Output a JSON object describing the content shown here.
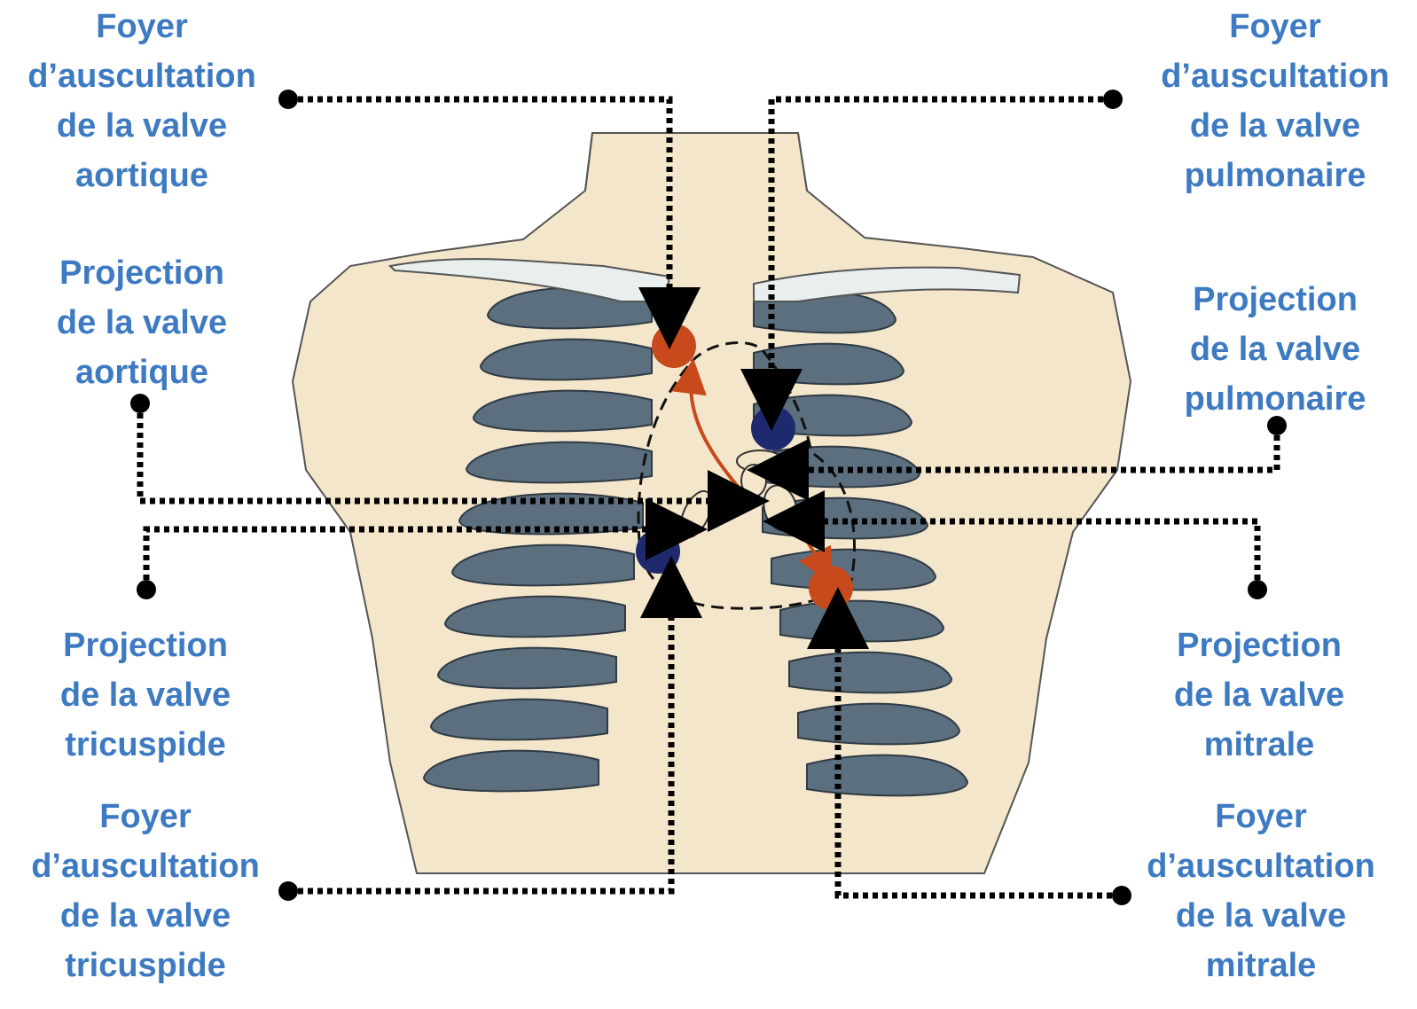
{
  "colors": {
    "label": "#3d7ac2",
    "skin": "#f4e6cb",
    "outline": "#555555",
    "rib": "#5c6f7e",
    "clavicle": "#e9eeee",
    "aortic_mitral_focus": "#c8491c",
    "pulmonary_tricuspid_focus": "#1f2a6e",
    "leader": "#000000",
    "arrow_red": "#c8491c"
  },
  "labels": {
    "aortic_foyer": [
      "Foyer",
      "d’auscultation",
      "de la valve",
      "aortique"
    ],
    "pulmonary_foyer": [
      "Foyer",
      "d’auscultation",
      "de la valve",
      "pulmonaire"
    ],
    "aortic_projection": [
      "Projection",
      "de la valve",
      "aortique"
    ],
    "pulmonary_projection": [
      "Projection",
      "de la valve",
      "pulmonaire"
    ],
    "tricuspid_projection": [
      "Projection",
      "de la valve",
      "tricuspide"
    ],
    "mitral_projection": [
      "Projection",
      "de la valve",
      "mitrale"
    ],
    "tricuspid_foyer": [
      "Foyer",
      "d’auscultation",
      "de la valve",
      "tricuspide"
    ],
    "mitral_foyer": [
      "Foyer",
      "d’auscultation",
      "de la valve",
      "mitrale"
    ]
  }
}
